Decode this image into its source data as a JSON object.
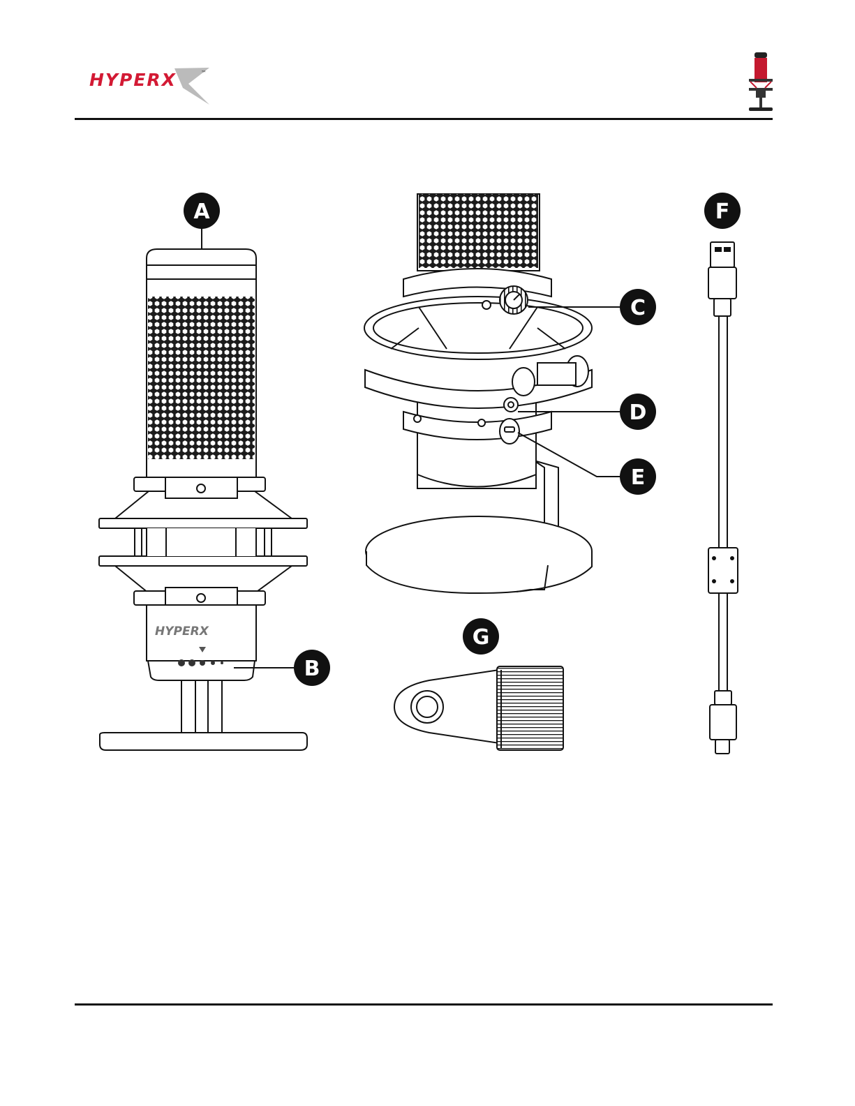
{
  "header": {
    "logo_text": "HYPERX",
    "logo_tm": "™",
    "thumbnail_icon": "microphone-thumbnail-icon"
  },
  "colors": {
    "brand_red": "#d31a34",
    "ink": "#111111",
    "grille_fill": "#222222"
  },
  "product": {
    "body_logo_text": "HYPERX"
  },
  "callouts": [
    {
      "letter": "A",
      "part": "mute-tap-sensor"
    },
    {
      "letter": "B",
      "part": "polar-pattern-leds"
    },
    {
      "letter": "C",
      "part": "gain-knob"
    },
    {
      "letter": "D",
      "part": "headphone-jack"
    },
    {
      "letter": "E",
      "part": "usb-port"
    },
    {
      "letter": "F",
      "part": "usb-cable"
    },
    {
      "letter": "G",
      "part": "mount-adapter"
    }
  ]
}
